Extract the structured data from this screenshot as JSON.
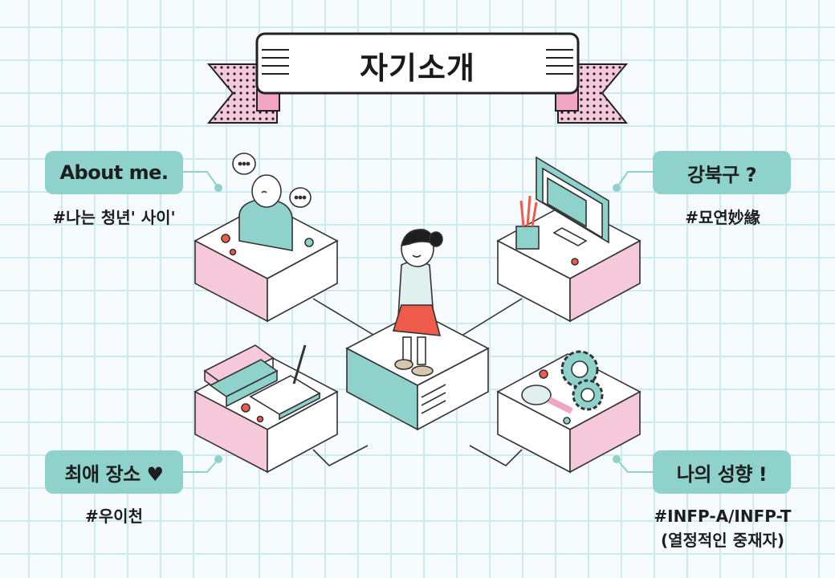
{
  "title": "자기소개",
  "sections": {
    "about": {
      "label": "About me.",
      "tag": "#나는 청년' 사이'"
    },
    "region": {
      "label": "강북구 ?",
      "tag": "#묘연妙緣"
    },
    "place": {
      "label": "최애 장소 ♥",
      "tag": "#우이천"
    },
    "personality": {
      "label": "나의 성향 !",
      "tag_line1": "#INFP-A/INFP-T",
      "tag_line2": "(열정적인 중재자)"
    }
  },
  "colors": {
    "accent_teal": "#8fd1cb",
    "accent_pink": "#f5c9d9",
    "grid_line": "#cfe9f3",
    "skirt_red": "#ef5b4b"
  }
}
